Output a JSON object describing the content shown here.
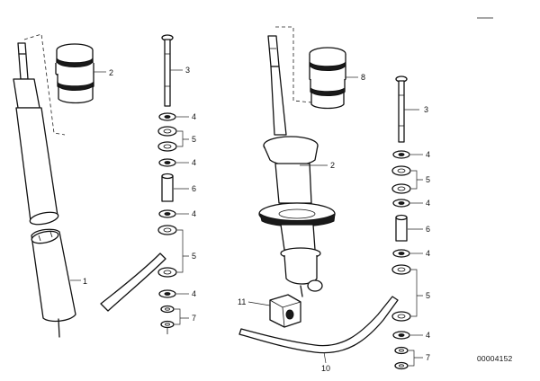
{
  "diagram": {
    "callouts": {
      "l1": "1",
      "l2": "2",
      "l3": "3",
      "l4a": "4",
      "l5": "5",
      "l6": "6",
      "l4b": "4",
      "l5b": "5",
      "l4c": "4",
      "l7": "7",
      "r8": "8",
      "r2": "2",
      "r3": "3",
      "r4a": "4",
      "r5a": "5",
      "r4b": "4",
      "r6": "6",
      "r4c": "4",
      "r5b": "5",
      "r4d": "4",
      "r7": "7",
      "r11": "11",
      "r10": "10"
    },
    "document_number": "00004152"
  }
}
